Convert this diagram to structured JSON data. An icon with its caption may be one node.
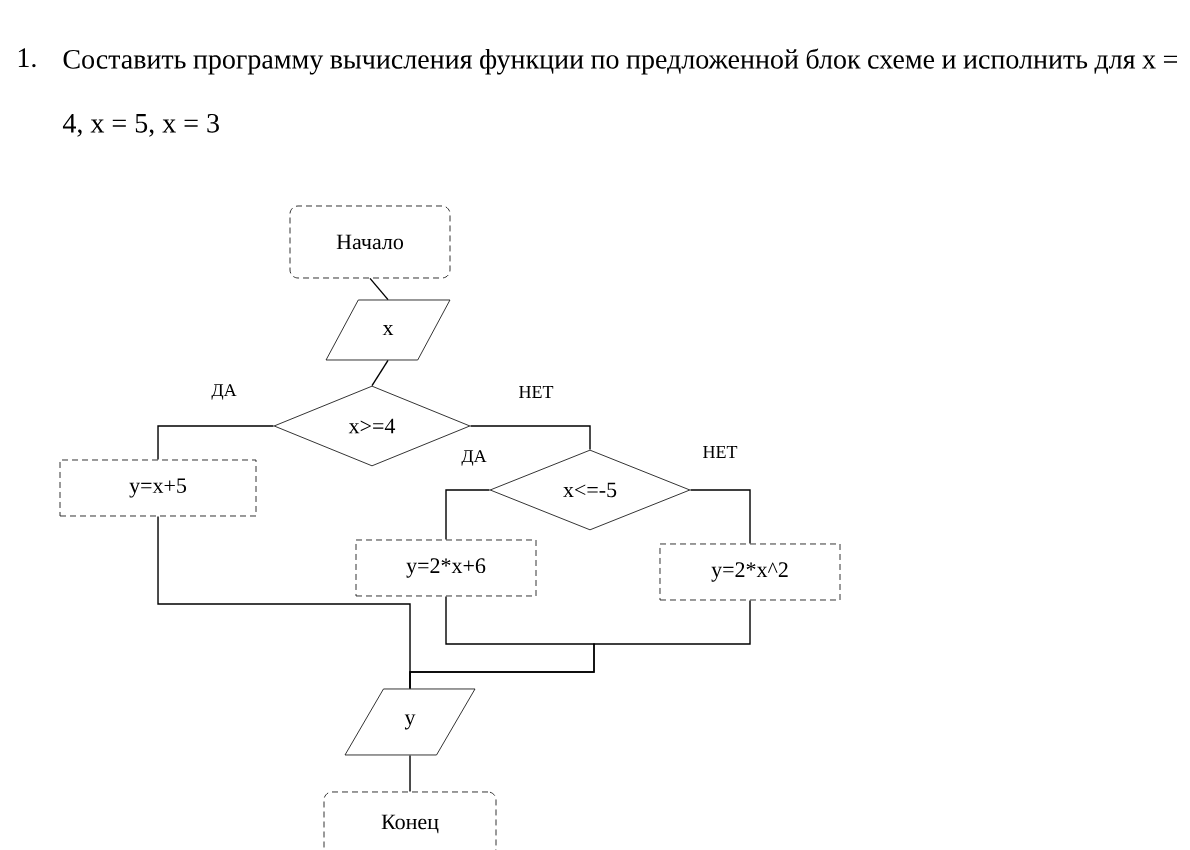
{
  "diagram": {
    "title": "Составить программу вычисления функции по предложенной блок схеме и исполнить для x = 4, x = 5, x = 3",
    "nodes": [
      {
        "text": [
          "Начало"
        ]
      },
      {
        "text": [
          "x"
        ]
      },
      {
        "text": [
          "x>=4"
        ]
      },
      {
        "text": [
          "y=x+5"
        ]
      },
      {
        "text": [
          "x<=-5"
        ]
      },
      {
        "text": [
          "y=2*x+6"
        ]
      },
      {
        "text": [
          "y=2*x^2"
        ]
      },
      {
        "text": [
          "y"
        ]
      },
      {
        "text": [
          "Конец"
        ]
      }
    ],
    "edges": [
      {
        "from": 0,
        "to": 1,
        "arrow": "none"
      },
      {
        "from": 1,
        "to": 2,
        "arrow": "none"
      },
      {
        "from": 2,
        "to": 3,
        "arrow": "none",
        "label": "ДА"
      },
      {
        "from": 2,
        "to": 4,
        "arrow": "none",
        "label": "НЕТ"
      },
      {
        "from": 4,
        "to": 5,
        "arrow": "none",
        "label": "ДА"
      },
      {
        "from": 4,
        "to": 6,
        "arrow": "none",
        "label": "НЕТ"
      },
      {
        "from": 3,
        "to": 7,
        "arrow": "none"
      },
      {
        "from": 5,
        "to": 7,
        "arrow": "none"
      },
      {
        "from": 6,
        "to": 7,
        "arrow": "none"
      },
      {
        "from": 7,
        "to": 8,
        "arrow": "none"
      }
    ],
    "labels": [
      "1."
    ]
  }
}
